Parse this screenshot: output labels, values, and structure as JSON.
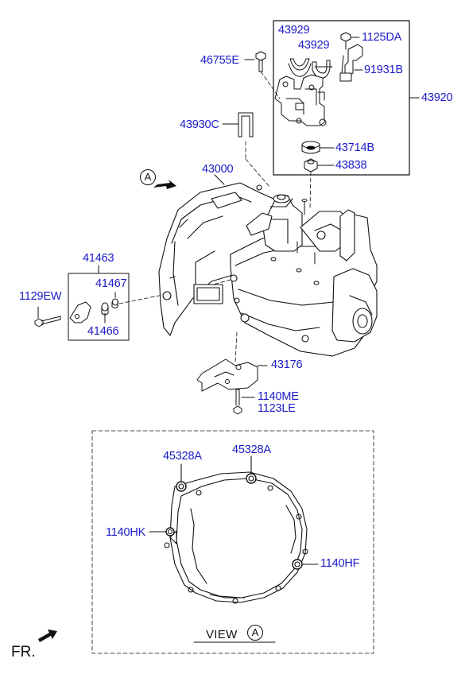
{
  "diagram": {
    "part_labels": {
      "p43929a": "43929",
      "p43929b": "43929",
      "p1125da": "1125DA",
      "p46755e": "46755E",
      "p91931b": "91931B",
      "p43920": "43920",
      "p43930c": "43930C",
      "p43714b": "43714B",
      "p43000": "43000",
      "p43838": "43838",
      "p41463": "41463",
      "p41467": "41467",
      "p1129ew": "1129EW",
      "p41466": "41466",
      "p43176": "43176",
      "p1140me": "1140ME",
      "p1123le": "1123LE",
      "p45328a_1": "45328A",
      "p45328a_2": "45328A",
      "p1140hk": "1140HK",
      "p1140hf": "1140HF"
    },
    "view_marker": "A",
    "view_caption": "VIEW",
    "view_letter": "A",
    "front_label": "FR.",
    "colors": {
      "part_number": "#1a1ac8",
      "line": "#111111"
    },
    "icons": [
      "direction-arrow-icon",
      "front-arrow-icon"
    ]
  }
}
